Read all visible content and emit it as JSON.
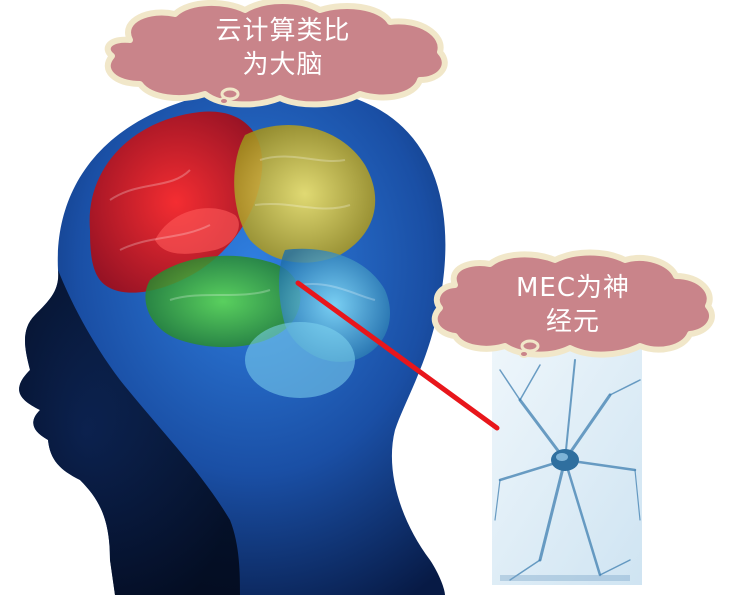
{
  "callouts": [
    {
      "lines": [
        "云计算类比",
        "为大脑"
      ]
    },
    {
      "lines": [
        "MEC为神",
        "经元"
      ]
    }
  ],
  "colors": {
    "bubble_fill": "#c9848a",
    "bubble_rim": "#f1e7c9",
    "pointer": "#e8161b",
    "head_blue": "#1d4fa0"
  },
  "illustration": {
    "subject": "human head with colored brain lobes and a neuron image"
  }
}
